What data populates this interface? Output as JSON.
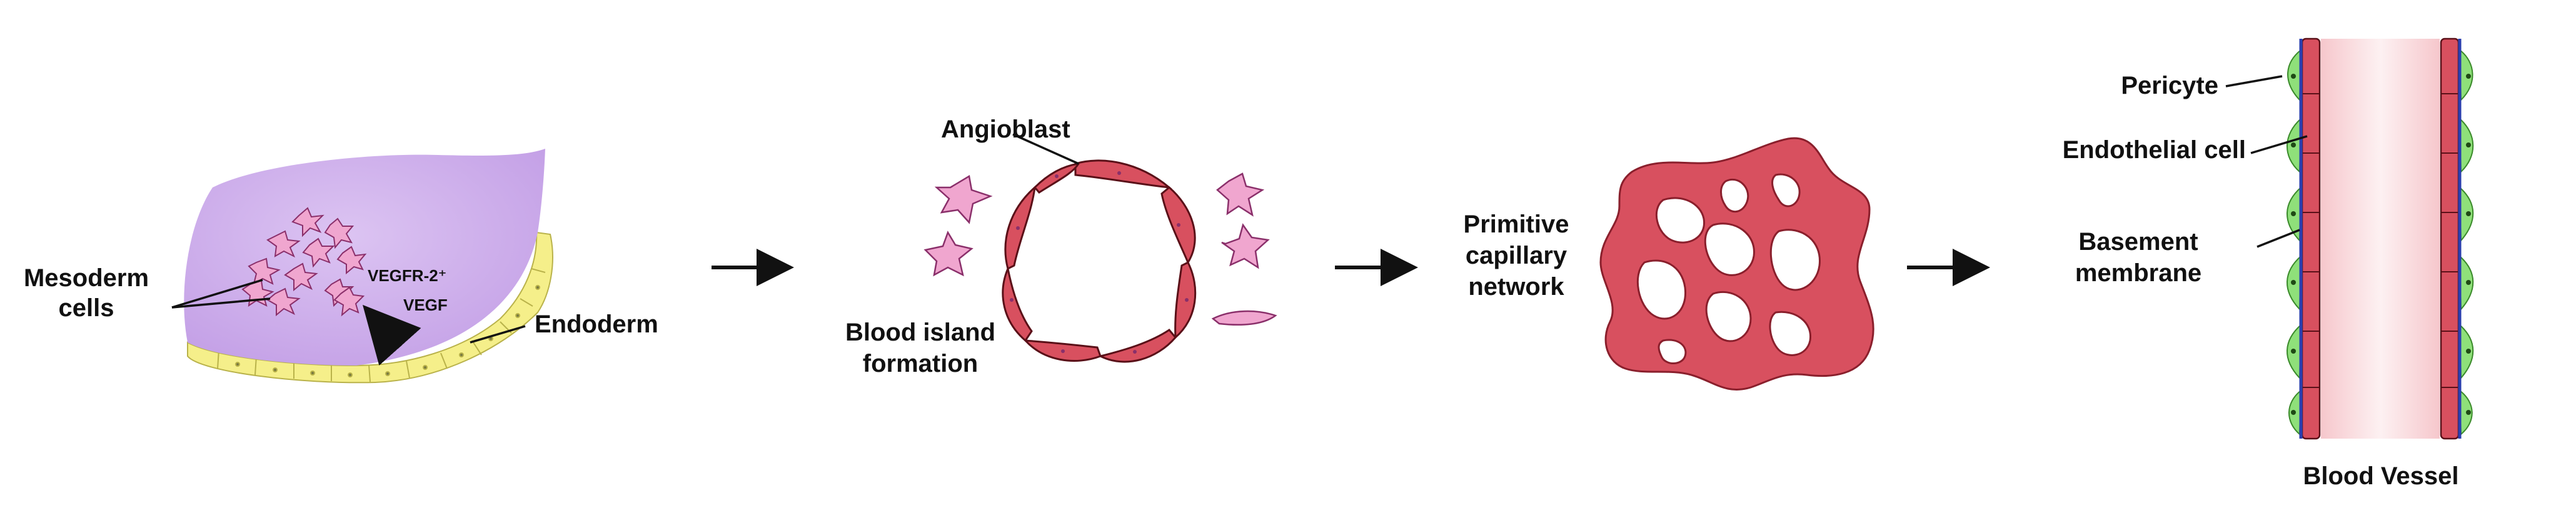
{
  "stage1": {
    "mesoderm_label_line1": "Mesoderm",
    "mesoderm_label_line2": "cells",
    "vegfr_label": "VEGFR-2⁺",
    "vegf_label": "VEGF",
    "endoderm_label": "Endoderm"
  },
  "stage2": {
    "angioblast_label": "Angioblast",
    "blood_island_line1": "Blood island",
    "blood_island_line2": "formation"
  },
  "stage3": {
    "network_line1": "Primitive",
    "network_line2": "capillary",
    "network_line3": "network"
  },
  "stage4": {
    "pericyte_label": "Pericyte",
    "endothelial_label": "Endothelial cell",
    "basement_line1": "Basement",
    "basement_line2": "membrane",
    "vessel_label": "Blood Vessel"
  },
  "colors": {
    "mesoderm_purple": "#c9a8e8",
    "endoderm_yellow": "#f5ef8a",
    "cell_pink": "#e98fbf",
    "vessel_red": "#d8505f",
    "pericyte_green": "#8fe07a",
    "basement_blue": "#2a3fb0"
  }
}
